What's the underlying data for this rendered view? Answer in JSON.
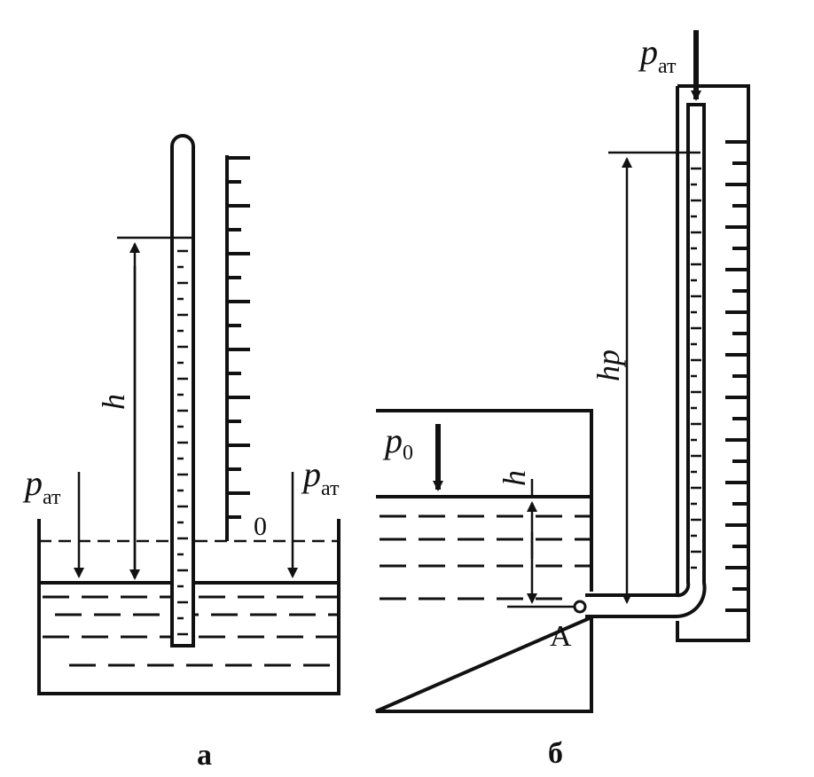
{
  "figure_a": {
    "caption": "а",
    "height_symbol": "h",
    "pressure_left": {
      "symbol": "p",
      "subscript": "ат"
    },
    "pressure_right": {
      "symbol": "p",
      "subscript": "ат"
    },
    "scale_zero": "0"
  },
  "figure_b": {
    "caption": "б",
    "tank_pressure": {
      "symbol": "p",
      "subscript": "0"
    },
    "depth_symbol": "h",
    "piezometer_height": "hp",
    "top_pressure": {
      "symbol": "p",
      "subscript": "ат"
    },
    "point_label": "A"
  }
}
